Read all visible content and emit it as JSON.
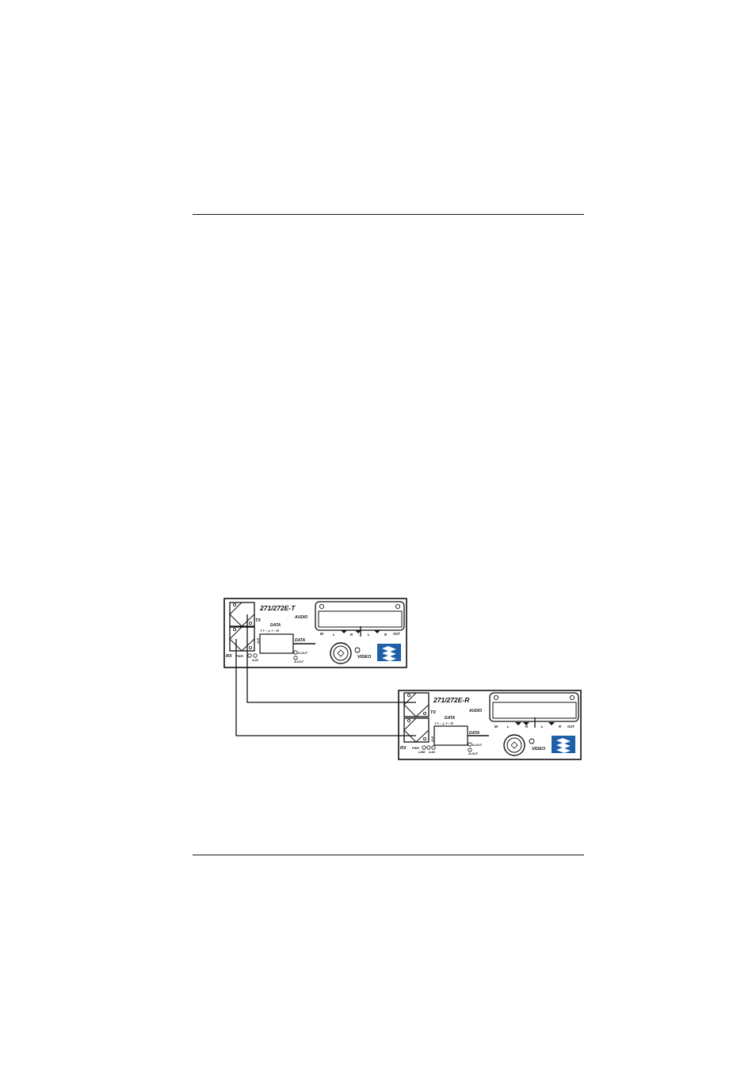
{
  "diagram": {
    "transmitter": {
      "model": "271/272E-T",
      "tx": "TX",
      "rx": "RX",
      "audio": "AUDIO",
      "data_top": "DATA",
      "data_side": "DATA",
      "video": "VIDEO",
      "pwr": "PWR",
      "a_in": "A-IN",
      "d_out": "D-OUT",
      "a_out": "A-OUT",
      "clr": "CLR",
      "audio_in": "IN",
      "audio_out": "OUT",
      "ch_l": "L",
      "ch_r": "R",
      "data_pins": "I + - ⊥ + - O"
    },
    "receiver": {
      "model": "271/272E-R",
      "tx": "TX",
      "rx": "RX",
      "audio": "AUDIO",
      "data_top": "DATA",
      "data_side": "DATA",
      "video": "VIDEO",
      "pwr": "PWR",
      "lnk": "LINK",
      "a_in": "A-IN",
      "d_out": "D-OUT",
      "a_out": "A-OUT",
      "clr": "CLR",
      "audio_in": "IN",
      "audio_out": "OUT",
      "ch_l": "L",
      "ch_r": "R",
      "data_pins": "I + - ⊥ + - O"
    },
    "colors": {
      "logo": "#1e5fa8",
      "line": "#111111"
    }
  }
}
